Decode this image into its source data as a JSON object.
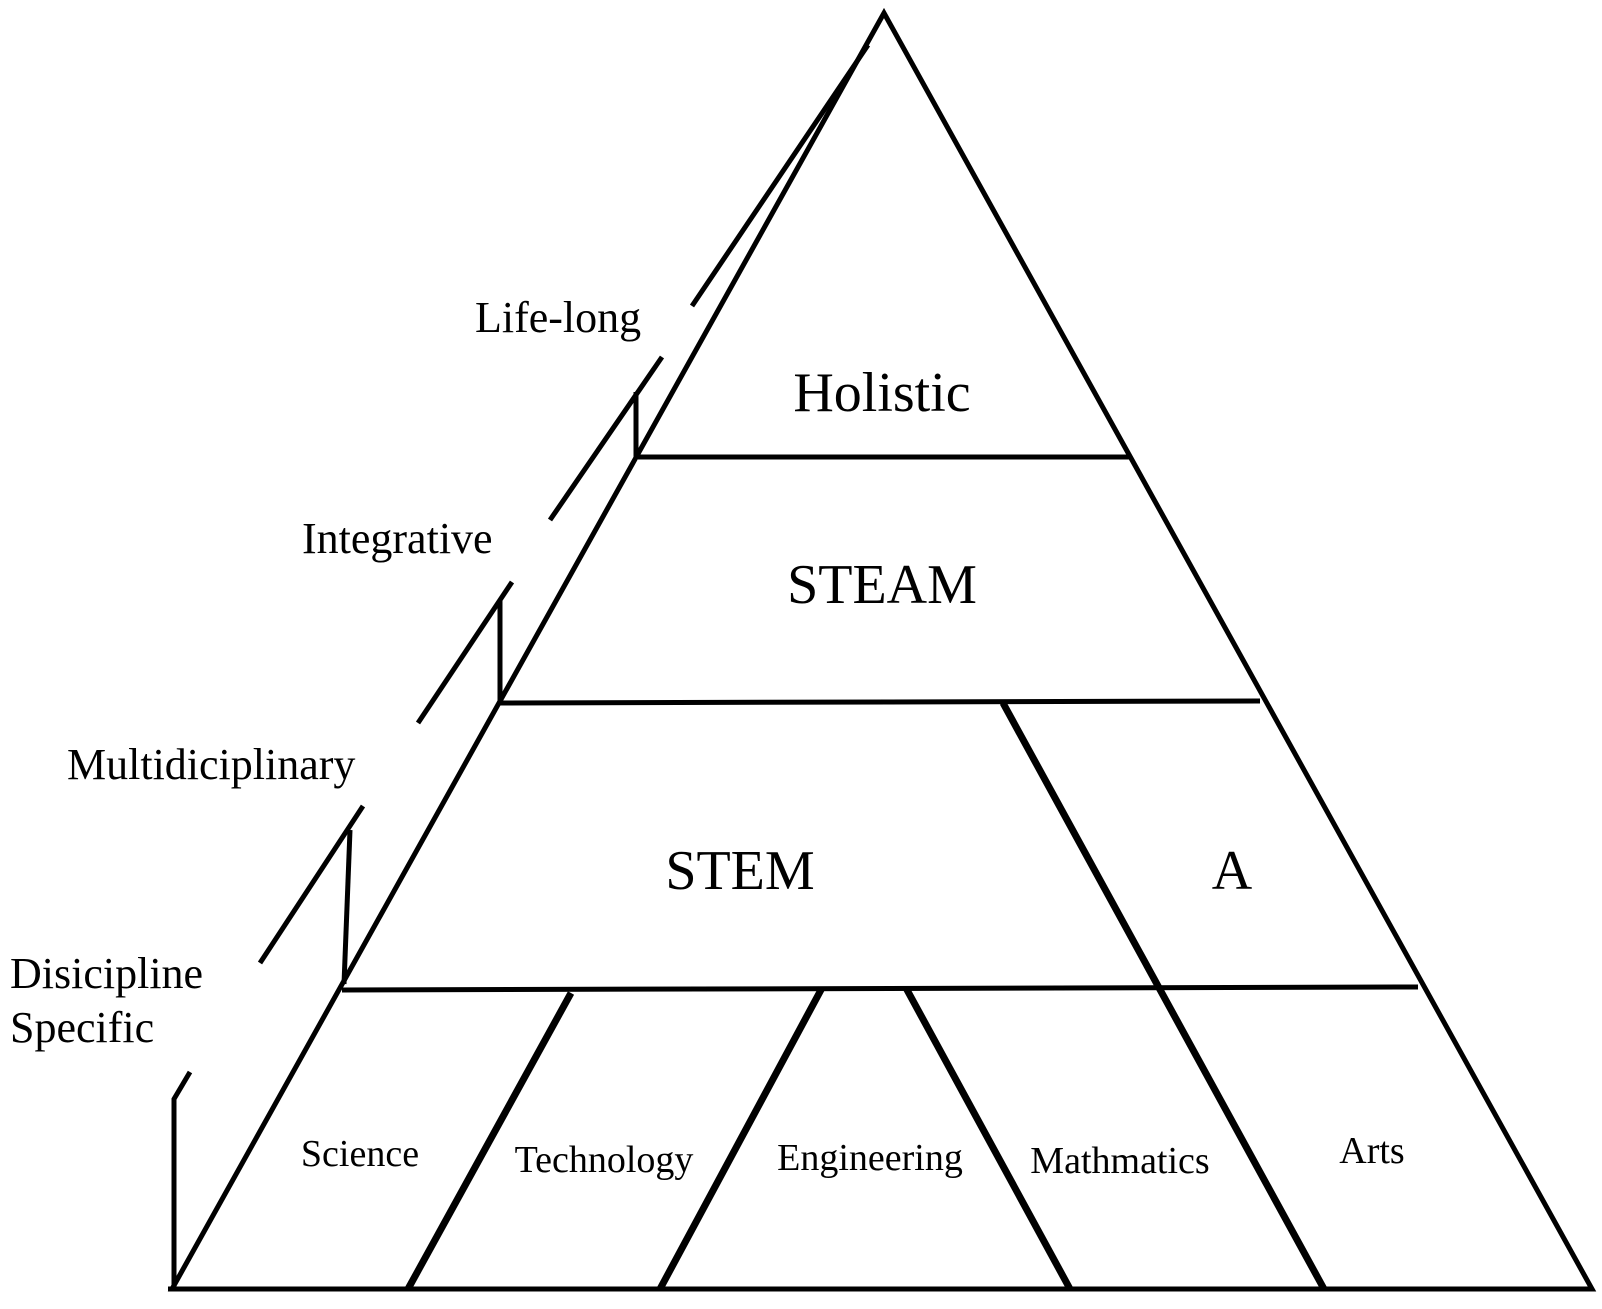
{
  "levels": {
    "holistic": "Holistic",
    "steam": "STEAM",
    "stem": "STEM",
    "a": "A"
  },
  "disciplines": {
    "science": "Science",
    "technology": "Technology",
    "engineering": "Engineering",
    "mathmatics": "Mathmatics",
    "arts": "Arts"
  },
  "side_labels": {
    "life_long": "Life-long",
    "integrative": "Integrative",
    "multidiciplinary": "Multidiciplinary",
    "disicipline": "Disicipline",
    "specific": "Specific"
  },
  "colors": {
    "ink": "#000000",
    "background": "#ffffff"
  }
}
